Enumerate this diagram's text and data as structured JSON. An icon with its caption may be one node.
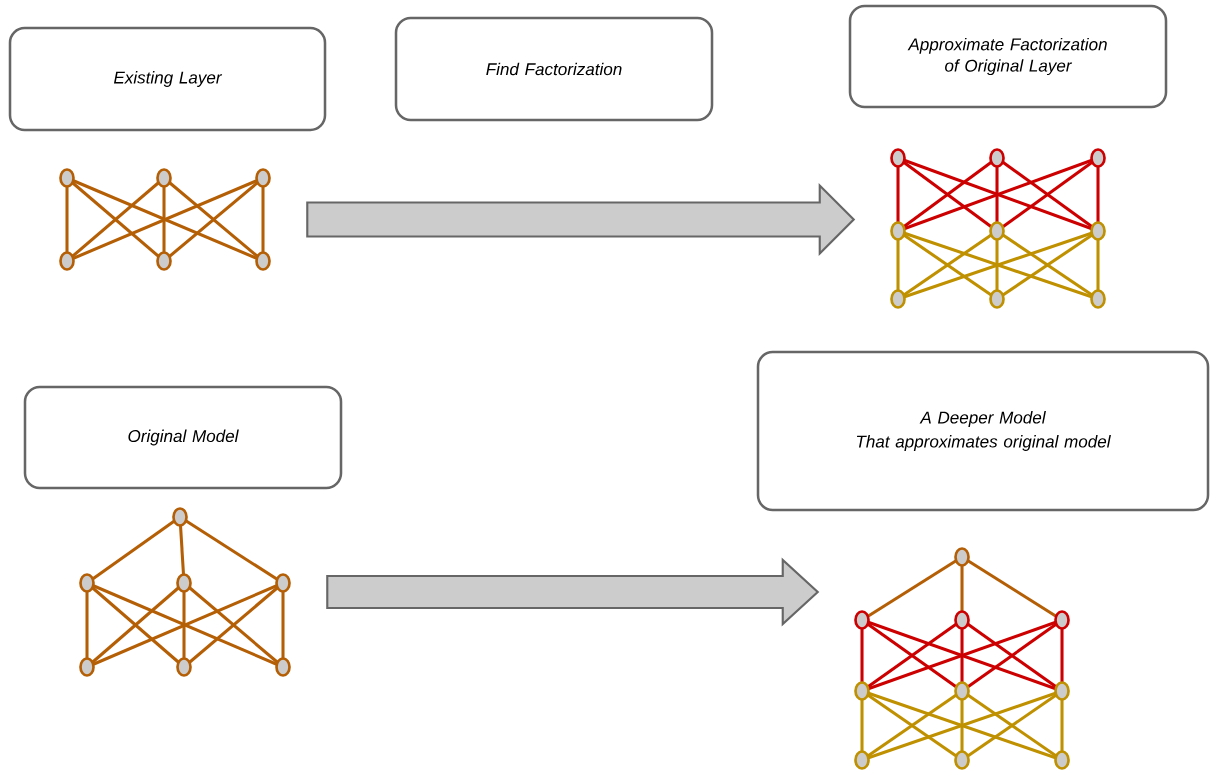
{
  "diagram": {
    "nodes": [
      {
        "text": [
          "Existing Layer"
        ]
      },
      {
        "text": [
          "Find Factorization"
        ]
      },
      {
        "text": [
          "Approximate Factorization of Original Layer"
        ]
      },
      {
        "text": [
          "Original Model"
        ]
      },
      {
        "text": [
          "A Deeper Model",
          "That approximates original model"
        ]
      },
      {
        "text": [],
        "shape": "picture"
      },
      {
        "text": [],
        "shape": "picture"
      },
      {
        "text": [],
        "shape": "picture"
      },
      {
        "text": [],
        "shape": "picture"
      }
    ],
    "edges": [
      {
        "from": 5,
        "to": 6,
        "arrow": "to"
      },
      {
        "from": 7,
        "to": 8,
        "arrow": "to"
      }
    ]
  }
}
